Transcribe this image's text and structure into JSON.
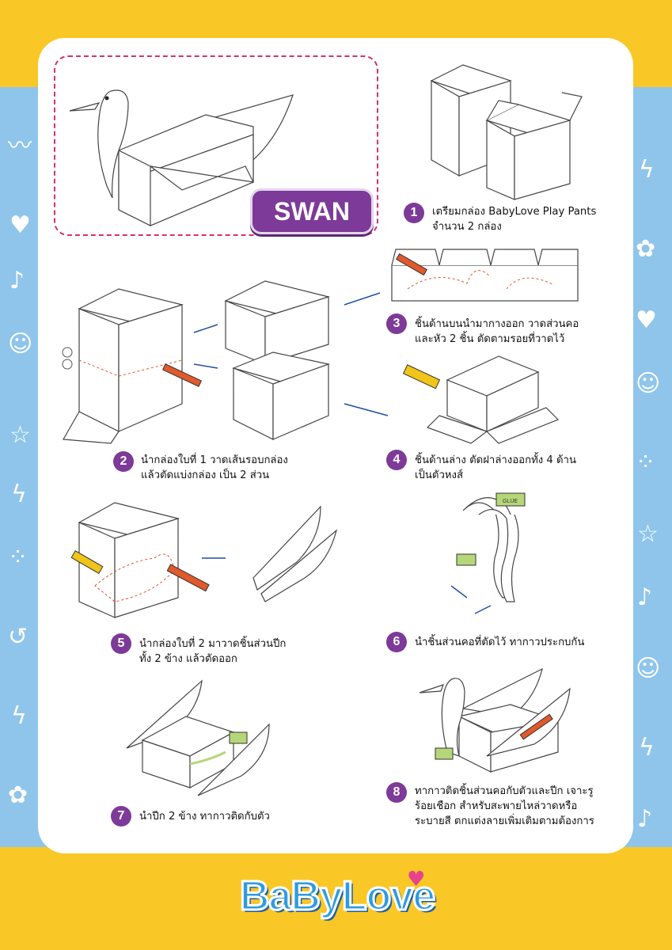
{
  "title_badge": "SWAN",
  "brand": {
    "logo_text": "BaByLove"
  },
  "glue_label": "GLUE",
  "steps": [
    {
      "number": "1",
      "lines": [
        "เตรียมกล่อง BabyLove Play Pants",
        "จำนวน 2 กล่อง"
      ]
    },
    {
      "number": "2",
      "lines": [
        "นำกล่องใบที่ 1 วาดเส้นรอบกล่อง",
        "แล้วตัดแบ่งกล่อง เป็น 2 ส่วน"
      ]
    },
    {
      "number": "3",
      "lines": [
        "ชิ้นด้านบนนำมากางออก วาดส่วนคอ",
        "และหัว 2 ชิ้น ตัดตามรอยที่วาดไว้"
      ]
    },
    {
      "number": "4",
      "lines": [
        "ชิ้นด้านล่าง ตัดฝาล่างออกทั้ง 4 ด้าน",
        "เป็นตัวหงส์"
      ]
    },
    {
      "number": "5",
      "lines": [
        "นำกล่องใบที่ 2 มาวาดชิ้นส่วนปีก",
        "ทั้ง 2 ข้าง แล้วตัดออก"
      ]
    },
    {
      "number": "6",
      "lines": [
        "นำชิ้นส่วนคอที่ตัดไว้ ทากาวประกบกัน"
      ]
    },
    {
      "number": "7",
      "lines": [
        "นำปีก 2 ข้าง ทากาวติดกับตัว"
      ]
    },
    {
      "number": "8",
      "lines": [
        "ทากาวติดชิ้นส่วนคอกับตัวและปีก เจาะรู",
        "ร้อยเชือก สำหรับสะพายไหล่วาดหรือ",
        "ระบายสี ตกแต่งลายเพิ่มเติมตามต้องการ"
      ]
    }
  ],
  "colors": {
    "accent": "#7d3a98",
    "border_pink": "#d6306f",
    "yellow": "#f9c726",
    "blue": "#8fc5ea"
  }
}
